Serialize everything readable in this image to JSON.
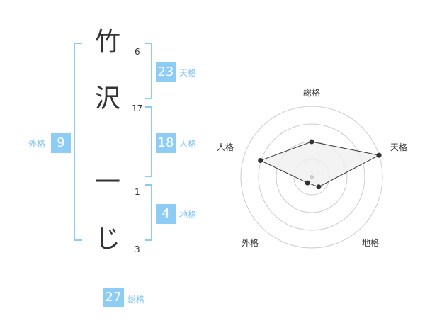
{
  "characters": [
    {
      "char": "竹",
      "strokes": "6"
    },
    {
      "char": "沢",
      "strokes": "17"
    },
    {
      "char": "一",
      "strokes": "1"
    },
    {
      "char": "じ",
      "strokes": "3"
    }
  ],
  "badges": {
    "tenkaku": {
      "value": "23",
      "label": "天格"
    },
    "jinkaku": {
      "value": "18",
      "label": "人格"
    },
    "chikaku": {
      "value": "4",
      "label": "地格"
    },
    "gaikaku": {
      "value": "9",
      "label": "外格"
    },
    "soukaku": {
      "value": "27",
      "label": "総格"
    }
  },
  "colors": {
    "accent": "#8dcdf5",
    "accent_text": "#7cc3ef",
    "ring": "#cccccc",
    "fill": "#f0f0f0"
  },
  "chart_data": {
    "type": "radar",
    "axes": [
      "総格",
      "天格",
      "地格",
      "外格",
      "人格"
    ],
    "values": [
      0.5,
      1.0,
      0.17,
      0.1,
      0.76
    ],
    "range": [
      0,
      1
    ],
    "rings": 4
  }
}
